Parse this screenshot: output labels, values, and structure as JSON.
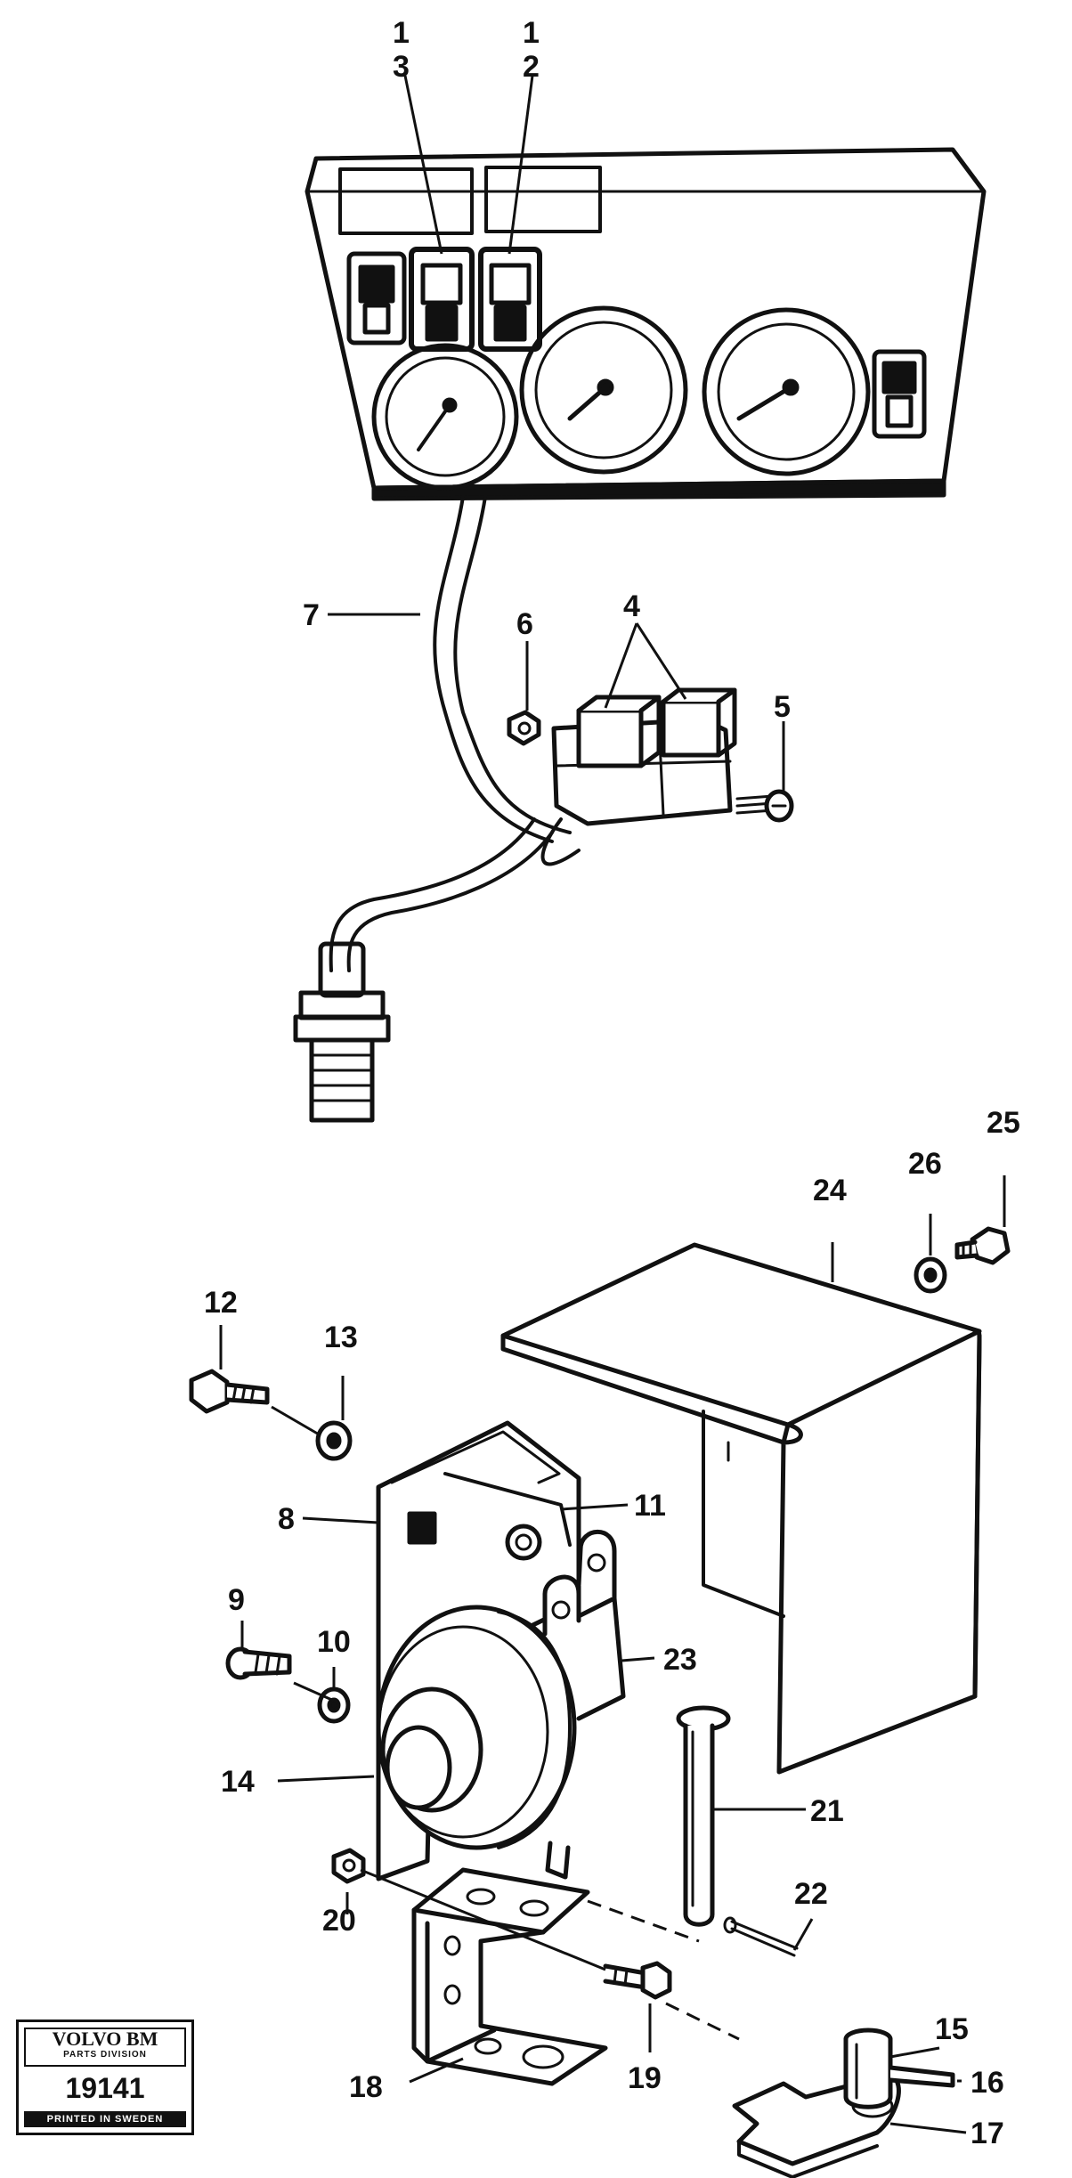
{
  "callouts": {
    "c1a": "1",
    "c1b": "1",
    "c2": "2",
    "c3": "3",
    "c4": "4",
    "c5": "5",
    "c6": "6",
    "c7": "7",
    "c8": "8",
    "c9": "9",
    "c10": "10",
    "c11": "11",
    "c12": "12",
    "c13": "13",
    "c14": "14",
    "c15": "15",
    "c16": "16",
    "c17": "17",
    "c18": "18",
    "c19": "19",
    "c20": "20",
    "c21": "21",
    "c22": "22",
    "c23": "23",
    "c24": "24",
    "c25": "25",
    "c26": "26"
  },
  "stamp": {
    "brand": "VOLVO BM",
    "division": "PARTS DIVISION",
    "code": "19141",
    "footer": "PRINTED IN SWEDEN"
  }
}
